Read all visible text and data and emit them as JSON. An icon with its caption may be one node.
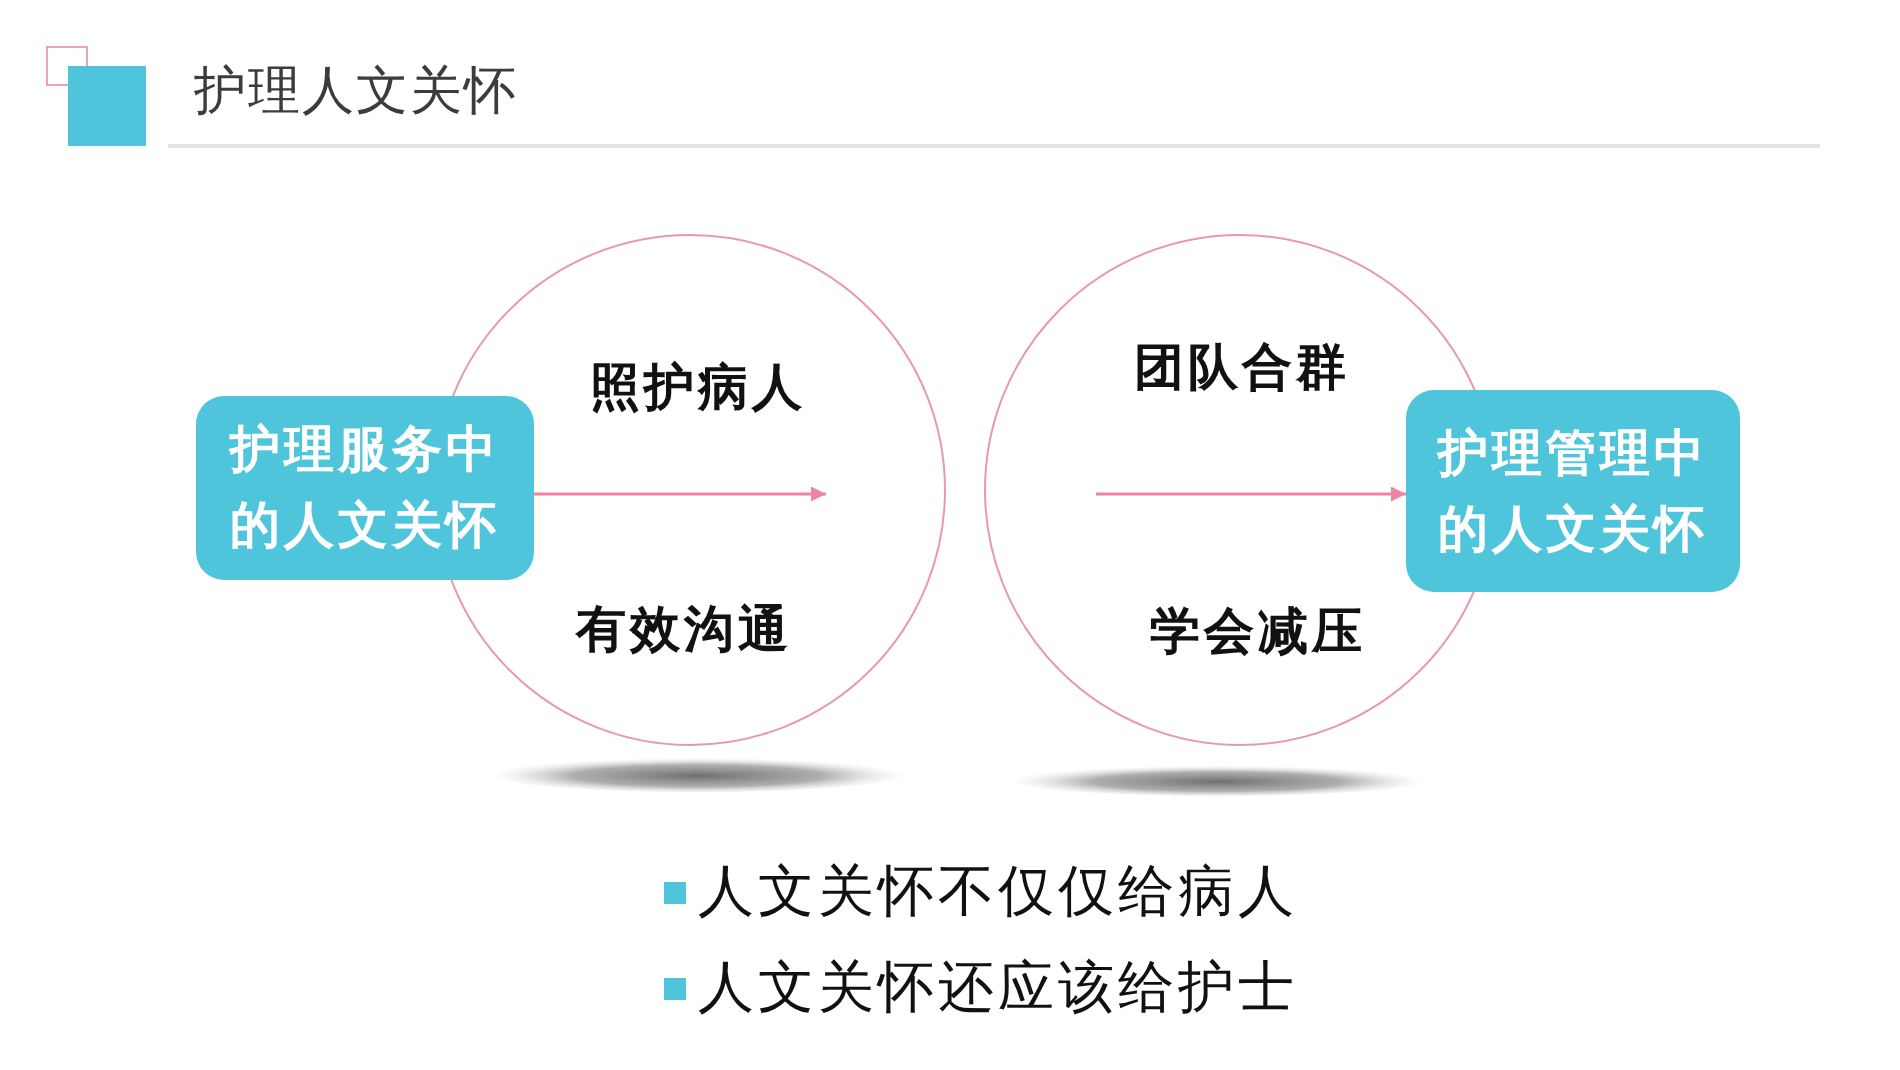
{
  "diagram": {
    "title": "护理人文关怀",
    "nodes": [
      {
        "text": [
          "护理服务中的人文关怀"
        ]
      },
      {
        "text": [
          "照护病人",
          "有效沟通"
        ]
      },
      {
        "text": [
          "团队合群",
          "学会减压"
        ]
      },
      {
        "text": [
          "护理管理中的人文关怀"
        ]
      }
    ],
    "edges": [
      {
        "from": 0,
        "to": 1,
        "arrow": "to"
      },
      {
        "from": 2,
        "to": 3,
        "arrow": "to"
      }
    ],
    "labels": [
      "人文关怀不仅仅给病人",
      "人文关怀还应该给护士"
    ]
  }
}
